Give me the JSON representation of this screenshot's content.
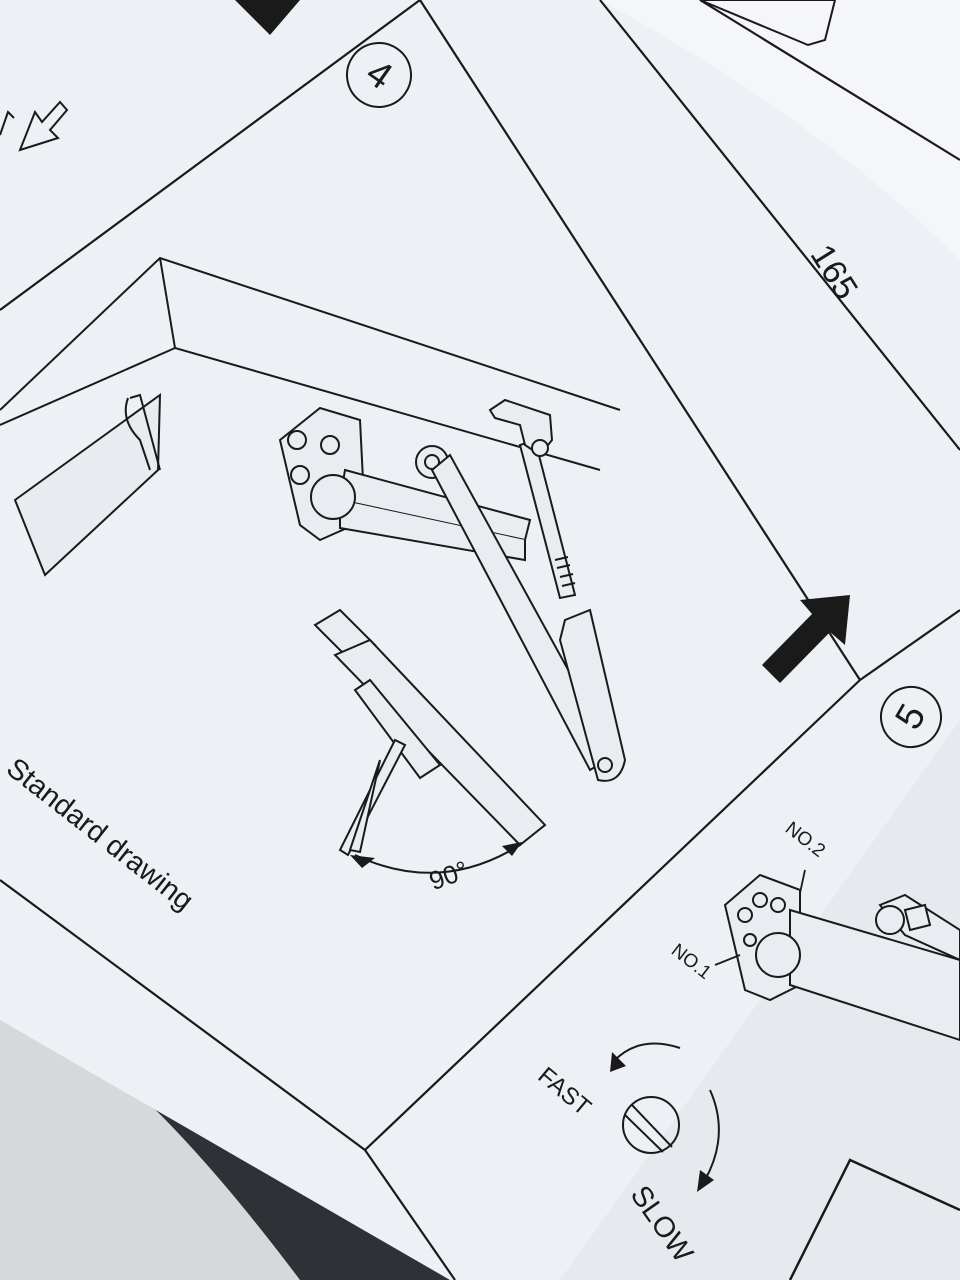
{
  "steps": [
    {
      "number": "4",
      "caption": "Standard drawing",
      "angle_label": "90°"
    },
    {
      "number": "5",
      "fast_label": "FAST",
      "slow_label": "SLOW",
      "no1_label": "NO.1",
      "no2_label": "NO.2"
    }
  ],
  "dimension_label": "165",
  "colors": {
    "paper": "#edf0f5",
    "ink": "#1a1a1a",
    "background": "#2f3136",
    "sleeve": "#d8dadc"
  }
}
